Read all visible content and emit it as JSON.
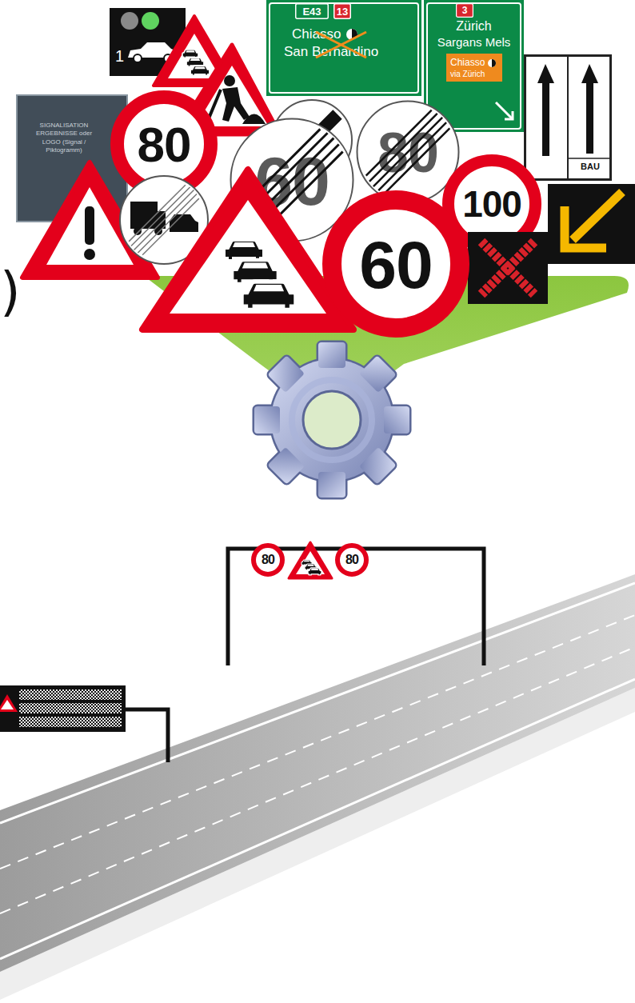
{
  "diagram": {
    "nodes": [
      {
        "text": [
          "Chiasso",
          "San Bernardino"
        ]
      },
      {
        "text": [
          "E43"
        ],
        "in": 0
      },
      {
        "text": [
          "13"
        ],
        "in": 0
      },
      {
        "text": [
          "Zürich",
          "Sargans Mels"
        ]
      },
      {
        "text": [
          "3"
        ],
        "in": 3
      },
      {
        "text": [
          "Chiasso",
          "via Zürich"
        ],
        "in": 3
      },
      {
        "text": [
          "1"
        ]
      },
      {
        "text": [
          "SIGNALISATION ERGEBNISSE oder LOGO (Signal / Piktogramm)"
        ]
      },
      {
        "text": [
          "BAU"
        ]
      },
      {
        "text": [
          "80"
        ]
      },
      {
        "text": [
          "60"
        ]
      },
      {
        "text": [
          "80"
        ]
      },
      {
        "text": [
          "100"
        ]
      },
      {
        "text": [
          "60"
        ]
      },
      {
        "text": [
          "80"
        ]
      },
      {
        "text": [
          "80"
        ]
      }
    ],
    "labels": [
      ")"
    ]
  }
}
